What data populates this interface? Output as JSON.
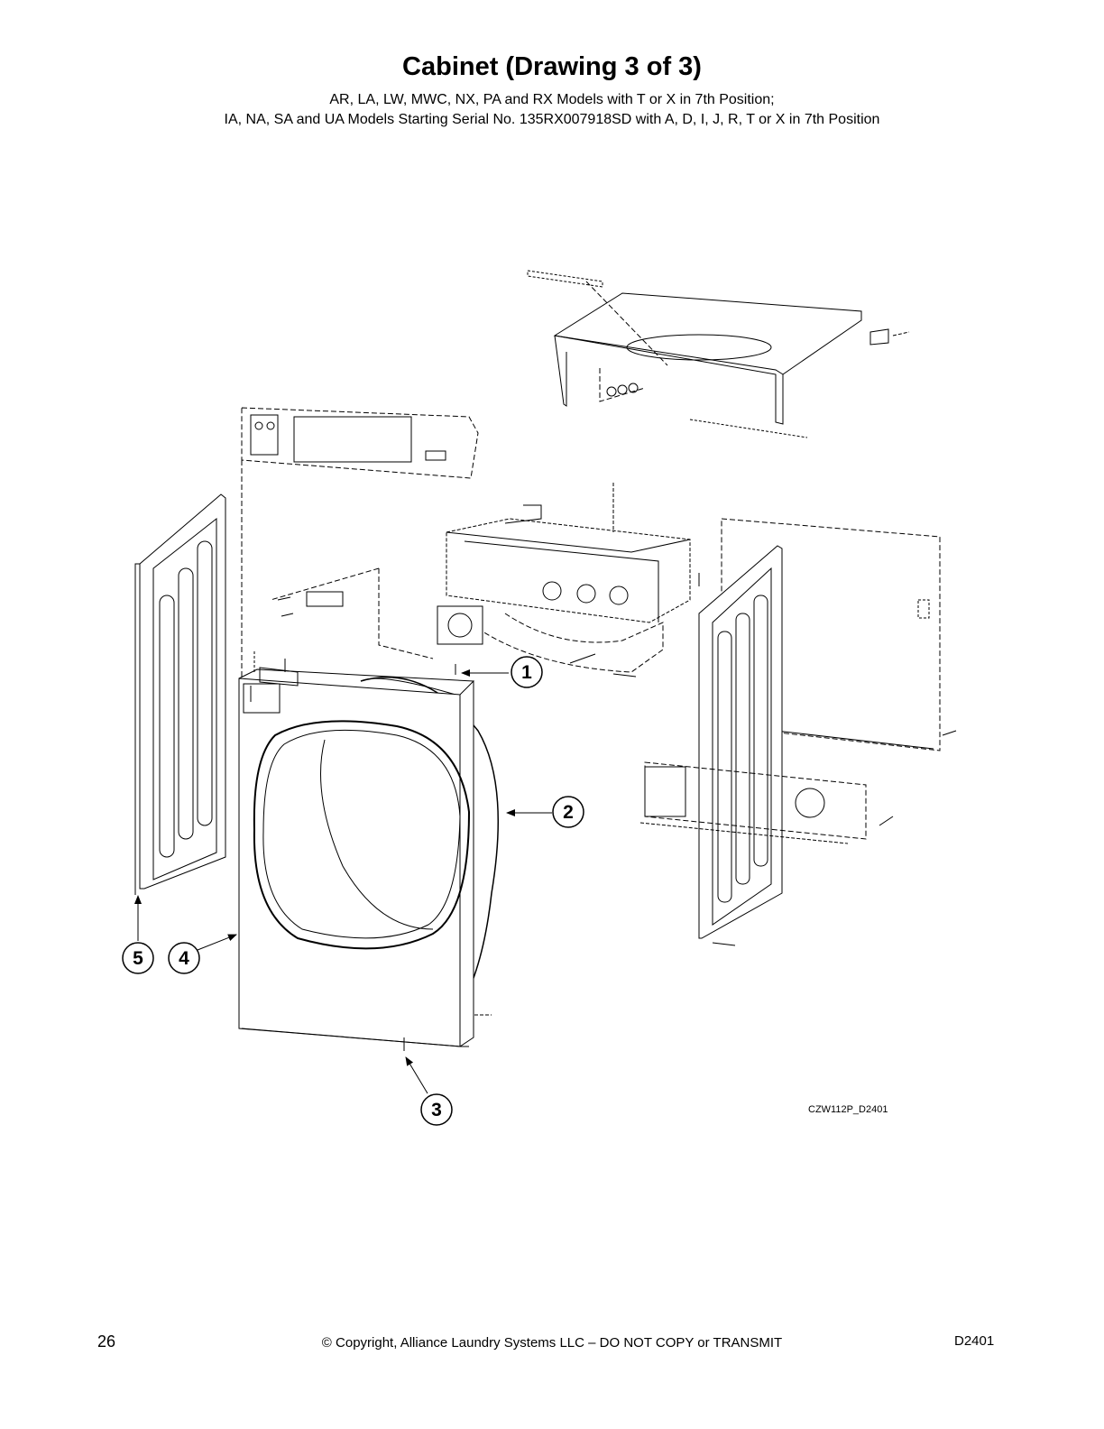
{
  "header": {
    "title": "Cabinet (Drawing 3 of 3)",
    "subtitle_line1": "AR, LA, LW, MWC, NX, PA and RX Models with T or X in 7th Position;",
    "subtitle_line2": "IA, NA, SA and UA Models Starting Serial No. 135RX007918SD with A, D, I, J, R, T or X in 7th Position"
  },
  "callouts": [
    "1",
    "2",
    "3",
    "4",
    "5"
  ],
  "drawing_id": "CZW112P_D2401",
  "footer": {
    "page_number": "26",
    "copyright": "© Copyright, Alliance Laundry Systems LLC – DO NOT COPY or TRANSMIT",
    "doc_id": "D2401"
  }
}
